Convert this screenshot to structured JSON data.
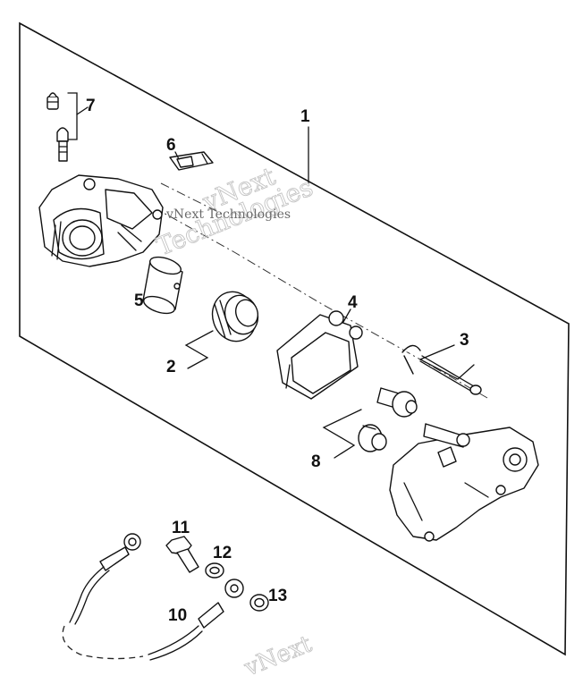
{
  "watermark": {
    "line_main": "vNext Technologies",
    "outline_top": "vNext",
    "outline_bottom": "Technologies",
    "bottom_outline": "vNext"
  },
  "callouts": {
    "c1": "1",
    "c2": "2",
    "c3": "3",
    "c4": "4",
    "c5": "5",
    "c6": "6",
    "c7": "7",
    "c8": "8",
    "c10": "10",
    "c11": "11",
    "c12": "12",
    "c13": "13"
  }
}
